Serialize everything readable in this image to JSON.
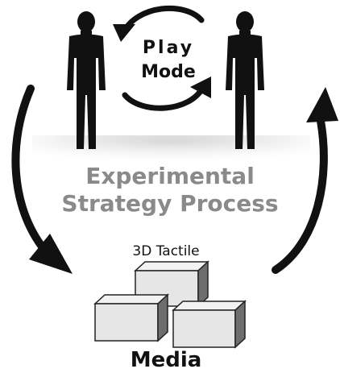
{
  "center_caption": {
    "line1": "Experimental",
    "line2": "Strategy Process"
  },
  "play_mode": {
    "line1": "Play",
    "line2": "Mode"
  },
  "media": {
    "sublabel": "3D Tactile",
    "label": "Media"
  },
  "colors": {
    "figure": "#111111",
    "arrow": "#111111",
    "caption": "#8a8a8a",
    "floor_shadow": "#d7d7d7",
    "block_face": "#e6e6e6",
    "block_side": "#6e6e6e",
    "block_top": "#f2f2f2"
  },
  "icons": [
    "person-left-icon",
    "person-right-icon",
    "cycle-arrows-icon",
    "tactile-blocks-icon"
  ]
}
